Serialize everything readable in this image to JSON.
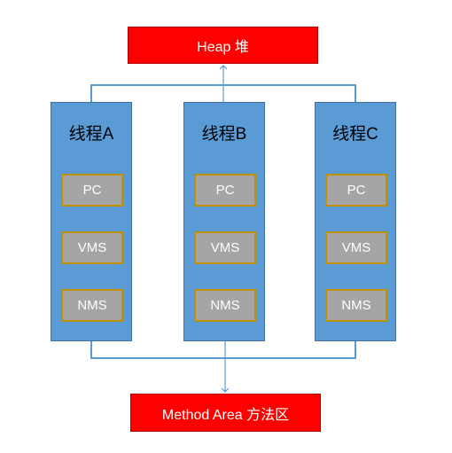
{
  "heap_label": "Heap 堆",
  "method_area_label": "Method Area 方法区",
  "threads": [
    {
      "title": "线程A",
      "cells": [
        "PC",
        "VMS",
        "NMS"
      ]
    },
    {
      "title": "线程B",
      "cells": [
        "PC",
        "VMS",
        "NMS"
      ]
    },
    {
      "title": "线程C",
      "cells": [
        "PC",
        "VMS",
        "NMS"
      ]
    }
  ],
  "colors": {
    "heap_box": "#ff0000",
    "thread_box": "#5b9bd5",
    "cell_fill": "#a5a5a5",
    "cell_border": "#bf9000",
    "connector": "#5b9bd5"
  }
}
